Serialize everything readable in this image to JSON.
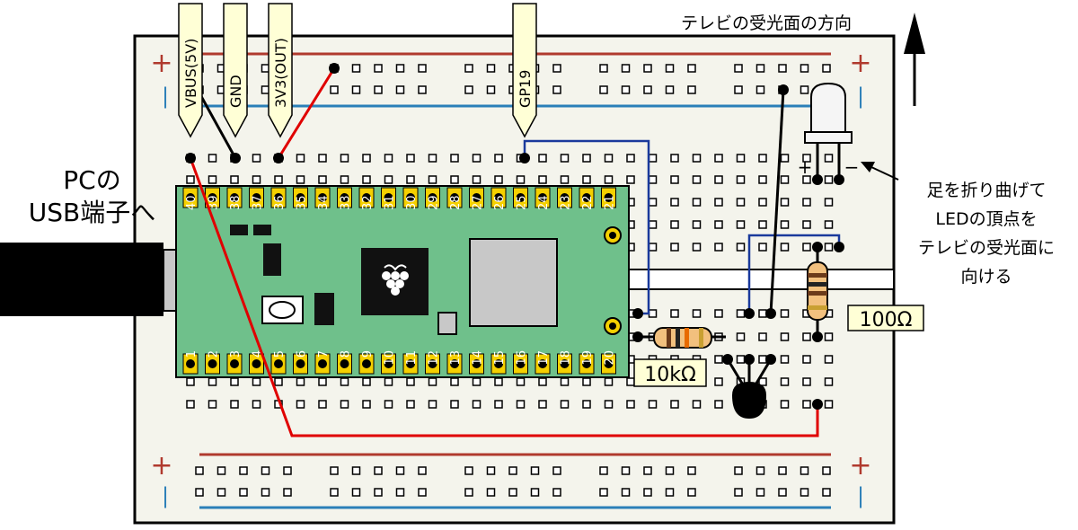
{
  "labels": {
    "pc_usb_line1": "PCの",
    "pc_usb_line2": "USB端子へ",
    "tv_direction": "テレビの受光面の方向",
    "bend_line1": "足を折り曲げて",
    "bend_line2": "LEDの頂点を",
    "bend_line3": "テレビの受光面に",
    "bend_line4": "向ける",
    "r_100": "100Ω",
    "r_10k": "10kΩ",
    "led_plus": "+",
    "led_minus": "−",
    "rail_plus": "+",
    "rail_minus": "|"
  },
  "pin_tags": [
    "VBUS(5V)",
    "GND",
    "3V3(OUT)",
    "GP19"
  ],
  "pico_pins_top": [
    "40",
    "39",
    "38",
    "37",
    "36",
    "35",
    "34",
    "33",
    "32",
    "31",
    "30",
    "29",
    "28",
    "27",
    "26",
    "25",
    "24",
    "23",
    "22",
    "21"
  ],
  "pico_pins_bottom": [
    "1",
    "2",
    "3",
    "4",
    "5",
    "6",
    "7",
    "8",
    "9",
    "10",
    "11",
    "12",
    "13",
    "14",
    "15",
    "16",
    "17",
    "18",
    "19",
    "20"
  ],
  "colors": {
    "board": "#f4f4ec",
    "pico": "#6fc08b",
    "pin_pad": "#f5d000",
    "tag": "#ffffd6",
    "wire_red": "#e00000",
    "wire_blue": "#1a3a9c",
    "rail_red": "#b03a2e",
    "rail_blue": "#2b7fb8"
  }
}
